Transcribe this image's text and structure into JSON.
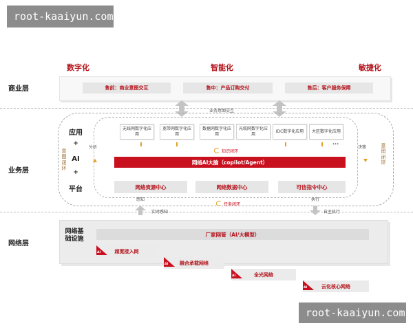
{
  "watermark": {
    "text": "root-kaaiyun.com"
  },
  "pillars": [
    "数字化",
    "智能化",
    "敏捷化"
  ],
  "layers": {
    "business": "商业层",
    "service": "业务层",
    "network": "网络层"
  },
  "business_items": [
    "售前：商业意图交互",
    "售中：产品订购交付",
    "售后：客户服务保障"
  ],
  "intent_interaction": "业务意图交互",
  "app_column": {
    "app": "应用",
    "plus1": "+",
    "ai": "AI",
    "plus2": "+",
    "platform": "平台"
  },
  "left_loop_text": "意图闭环",
  "right_loop_text": "意图闭环",
  "analysis": "分析",
  "decision": "决策",
  "apps": [
    "无线网数字化应用",
    "宽带网数字化应用",
    "数据网数字化应用",
    "光缆网数字化应用",
    "IDC数字化应用",
    "大区数字化应用"
  ],
  "ellipsis": "···",
  "knowledge_loop": "知识闭环",
  "ai_brain": "网络AI大脑（copilot/Agent）",
  "centers": [
    "网络资源中心",
    "网络数据中心",
    "可信指令中心"
  ],
  "perception": "感知",
  "execution": "执行",
  "task_loop": "任务闭环",
  "realtime_perception": "实时感知",
  "auto_execution": "自主执行",
  "net_infra_label": "网络基础设施",
  "vendor_mgmt": "厂家网管（AI/大模型）",
  "net_items": [
    "超宽接入网",
    "融合承载网络",
    "全光网络",
    "云化核心网络"
  ],
  "ai_tag": "AI"
}
